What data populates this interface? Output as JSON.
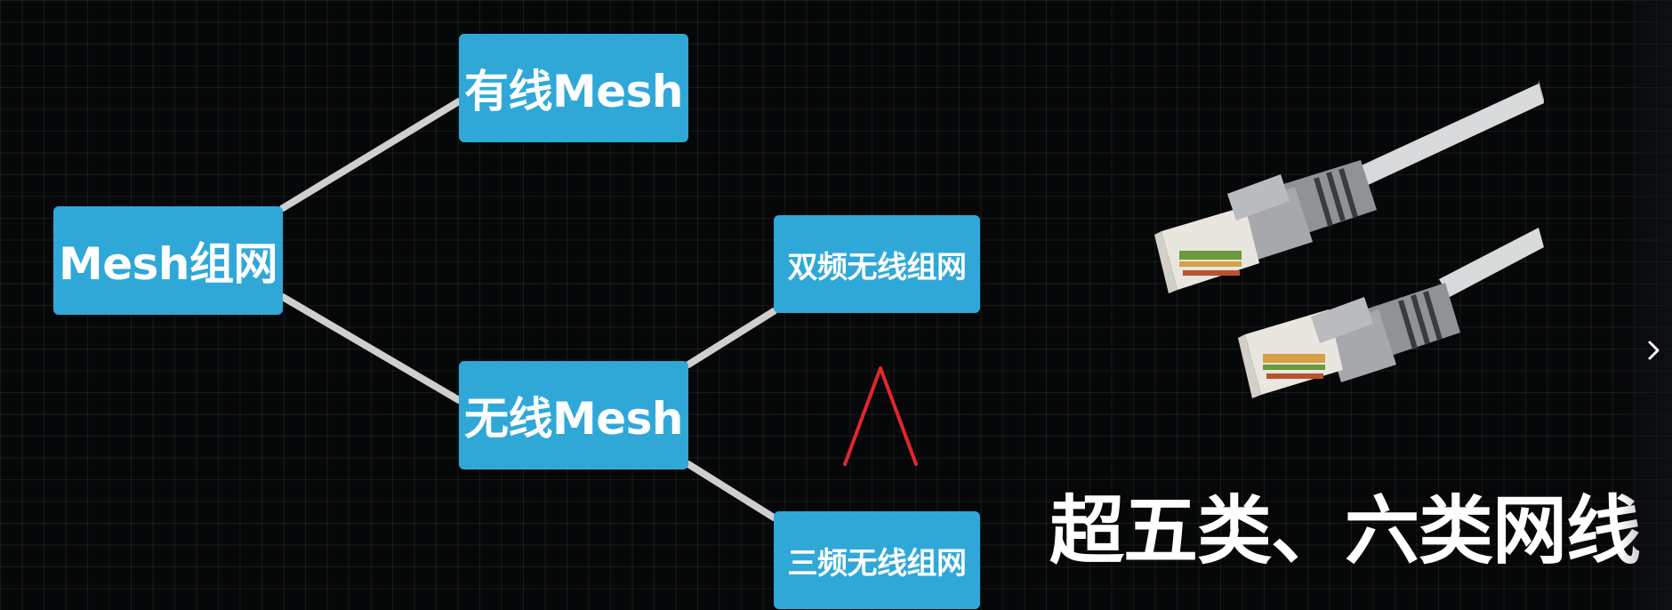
{
  "diagram": {
    "root": {
      "label": "Mesh组网"
    },
    "wired": {
      "label": "有线Mesh"
    },
    "wireless": {
      "label": "无线Mesh"
    },
    "dual_band": {
      "label": "双频无线组网"
    },
    "tri_band": {
      "label": "三频无线组网"
    }
  },
  "caption": "超五类、六类网线",
  "colors": {
    "node_fill": "#2fa8d8",
    "connector": "#cfcfcf",
    "annotation": "#e2262b",
    "background": "#060708"
  },
  "icons": {
    "cable": "ethernet-cable-icon",
    "annotation": "caret-up-icon",
    "next": "chevron-right-icon"
  }
}
